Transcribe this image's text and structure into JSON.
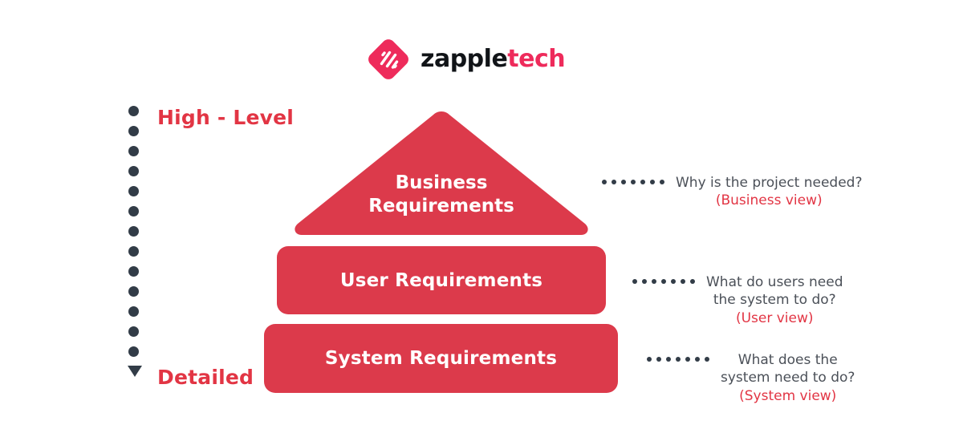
{
  "brand": {
    "word_primary": "zapple",
    "word_accent": "tech",
    "mark_icon": "zappletech-logo-icon",
    "accent_color": "#ee2b5b",
    "text_color": "#111418"
  },
  "scale": {
    "top_label": "High - Level",
    "bottom_label": "Detailed",
    "label_color": "#e23544",
    "dot_color": "#323c47",
    "dot_count": 13,
    "arrow_icon": "triangle-down-icon"
  },
  "pyramid": {
    "fill_color": "#dc3a4b",
    "text_color": "#ffffff",
    "levels": [
      {
        "shape": "triangle",
        "title_line1": "Business",
        "title_line2": "Requirements"
      },
      {
        "shape": "bar",
        "title": "User Requirements"
      },
      {
        "shape": "bar",
        "title": "System Requirements"
      }
    ]
  },
  "annotations": [
    {
      "leader_dots": 7,
      "question_line1": "Why is the project needed?",
      "question_line2": "",
      "view": "(Business view)"
    },
    {
      "leader_dots": 7,
      "question_line1": "What do users need",
      "question_line2": "the system to do?",
      "view": "(User view)"
    },
    {
      "leader_dots": 7,
      "question_line1": "What does the",
      "question_line2": "system need to do?",
      "view": "(System view)"
    }
  ]
}
